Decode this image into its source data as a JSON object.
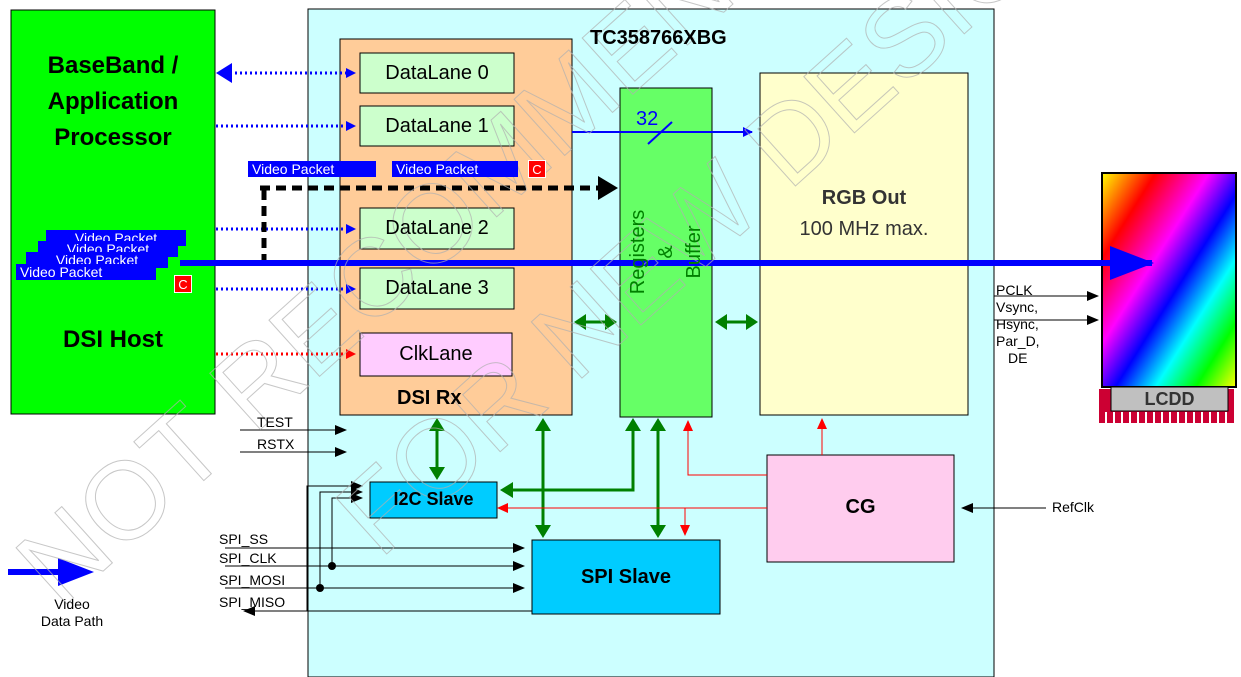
{
  "chip": {
    "title": "TC358766XBG"
  },
  "host": {
    "lines": [
      "BaseBand /",
      "Application",
      "Processor"
    ],
    "dsi_host": "DSI Host"
  },
  "dsi_rx": {
    "label": "DSI Rx",
    "lanes": [
      "DataLane 0",
      "DataLane 1",
      "DataLane 2",
      "DataLane 3"
    ],
    "clk_lane": "ClkLane"
  },
  "registers": {
    "line1": "Registers",
    "line2": "&",
    "line3": "Buffer"
  },
  "rgb_out": {
    "title": "RGB Out",
    "subtitle": "100 MHz max."
  },
  "bus_width": "32",
  "packets": {
    "label": "Video Packet",
    "c_marker": "C"
  },
  "blocks": {
    "i2c": "I2C Slave",
    "spi": "SPI Slave",
    "cg": "CG"
  },
  "signals": {
    "test": "TEST",
    "rstx": "RSTX",
    "spi_ss": "SPI_SS",
    "spi_clk": "SPI_CLK",
    "spi_mosi": "SPI_MOSI",
    "spi_miso": "SPI_MISO",
    "refclk": "RefClk"
  },
  "lcd_signals": {
    "pclk": "PCLK",
    "vsync": "Vsync,",
    "hsync": "Hsync,",
    "par_d": "Par_D,",
    "de": "DE"
  },
  "lcd": {
    "label": "LCDD"
  },
  "legend": {
    "line1": "Video",
    "line2": "Data Path"
  },
  "watermark": [
    "NOT RECOMMENDED",
    "FOR NEW DESIGN"
  ],
  "colors": {
    "host": "#00ff00",
    "chip": "#ccffff",
    "dsi": "#ffcc99",
    "lane": "#ccffcc",
    "clk": "#ffccff",
    "reg": "#66ff66",
    "rgb": "#ffffcc",
    "cg": "#ffccee",
    "spi": "#00ccff",
    "video": "#0000ff"
  }
}
